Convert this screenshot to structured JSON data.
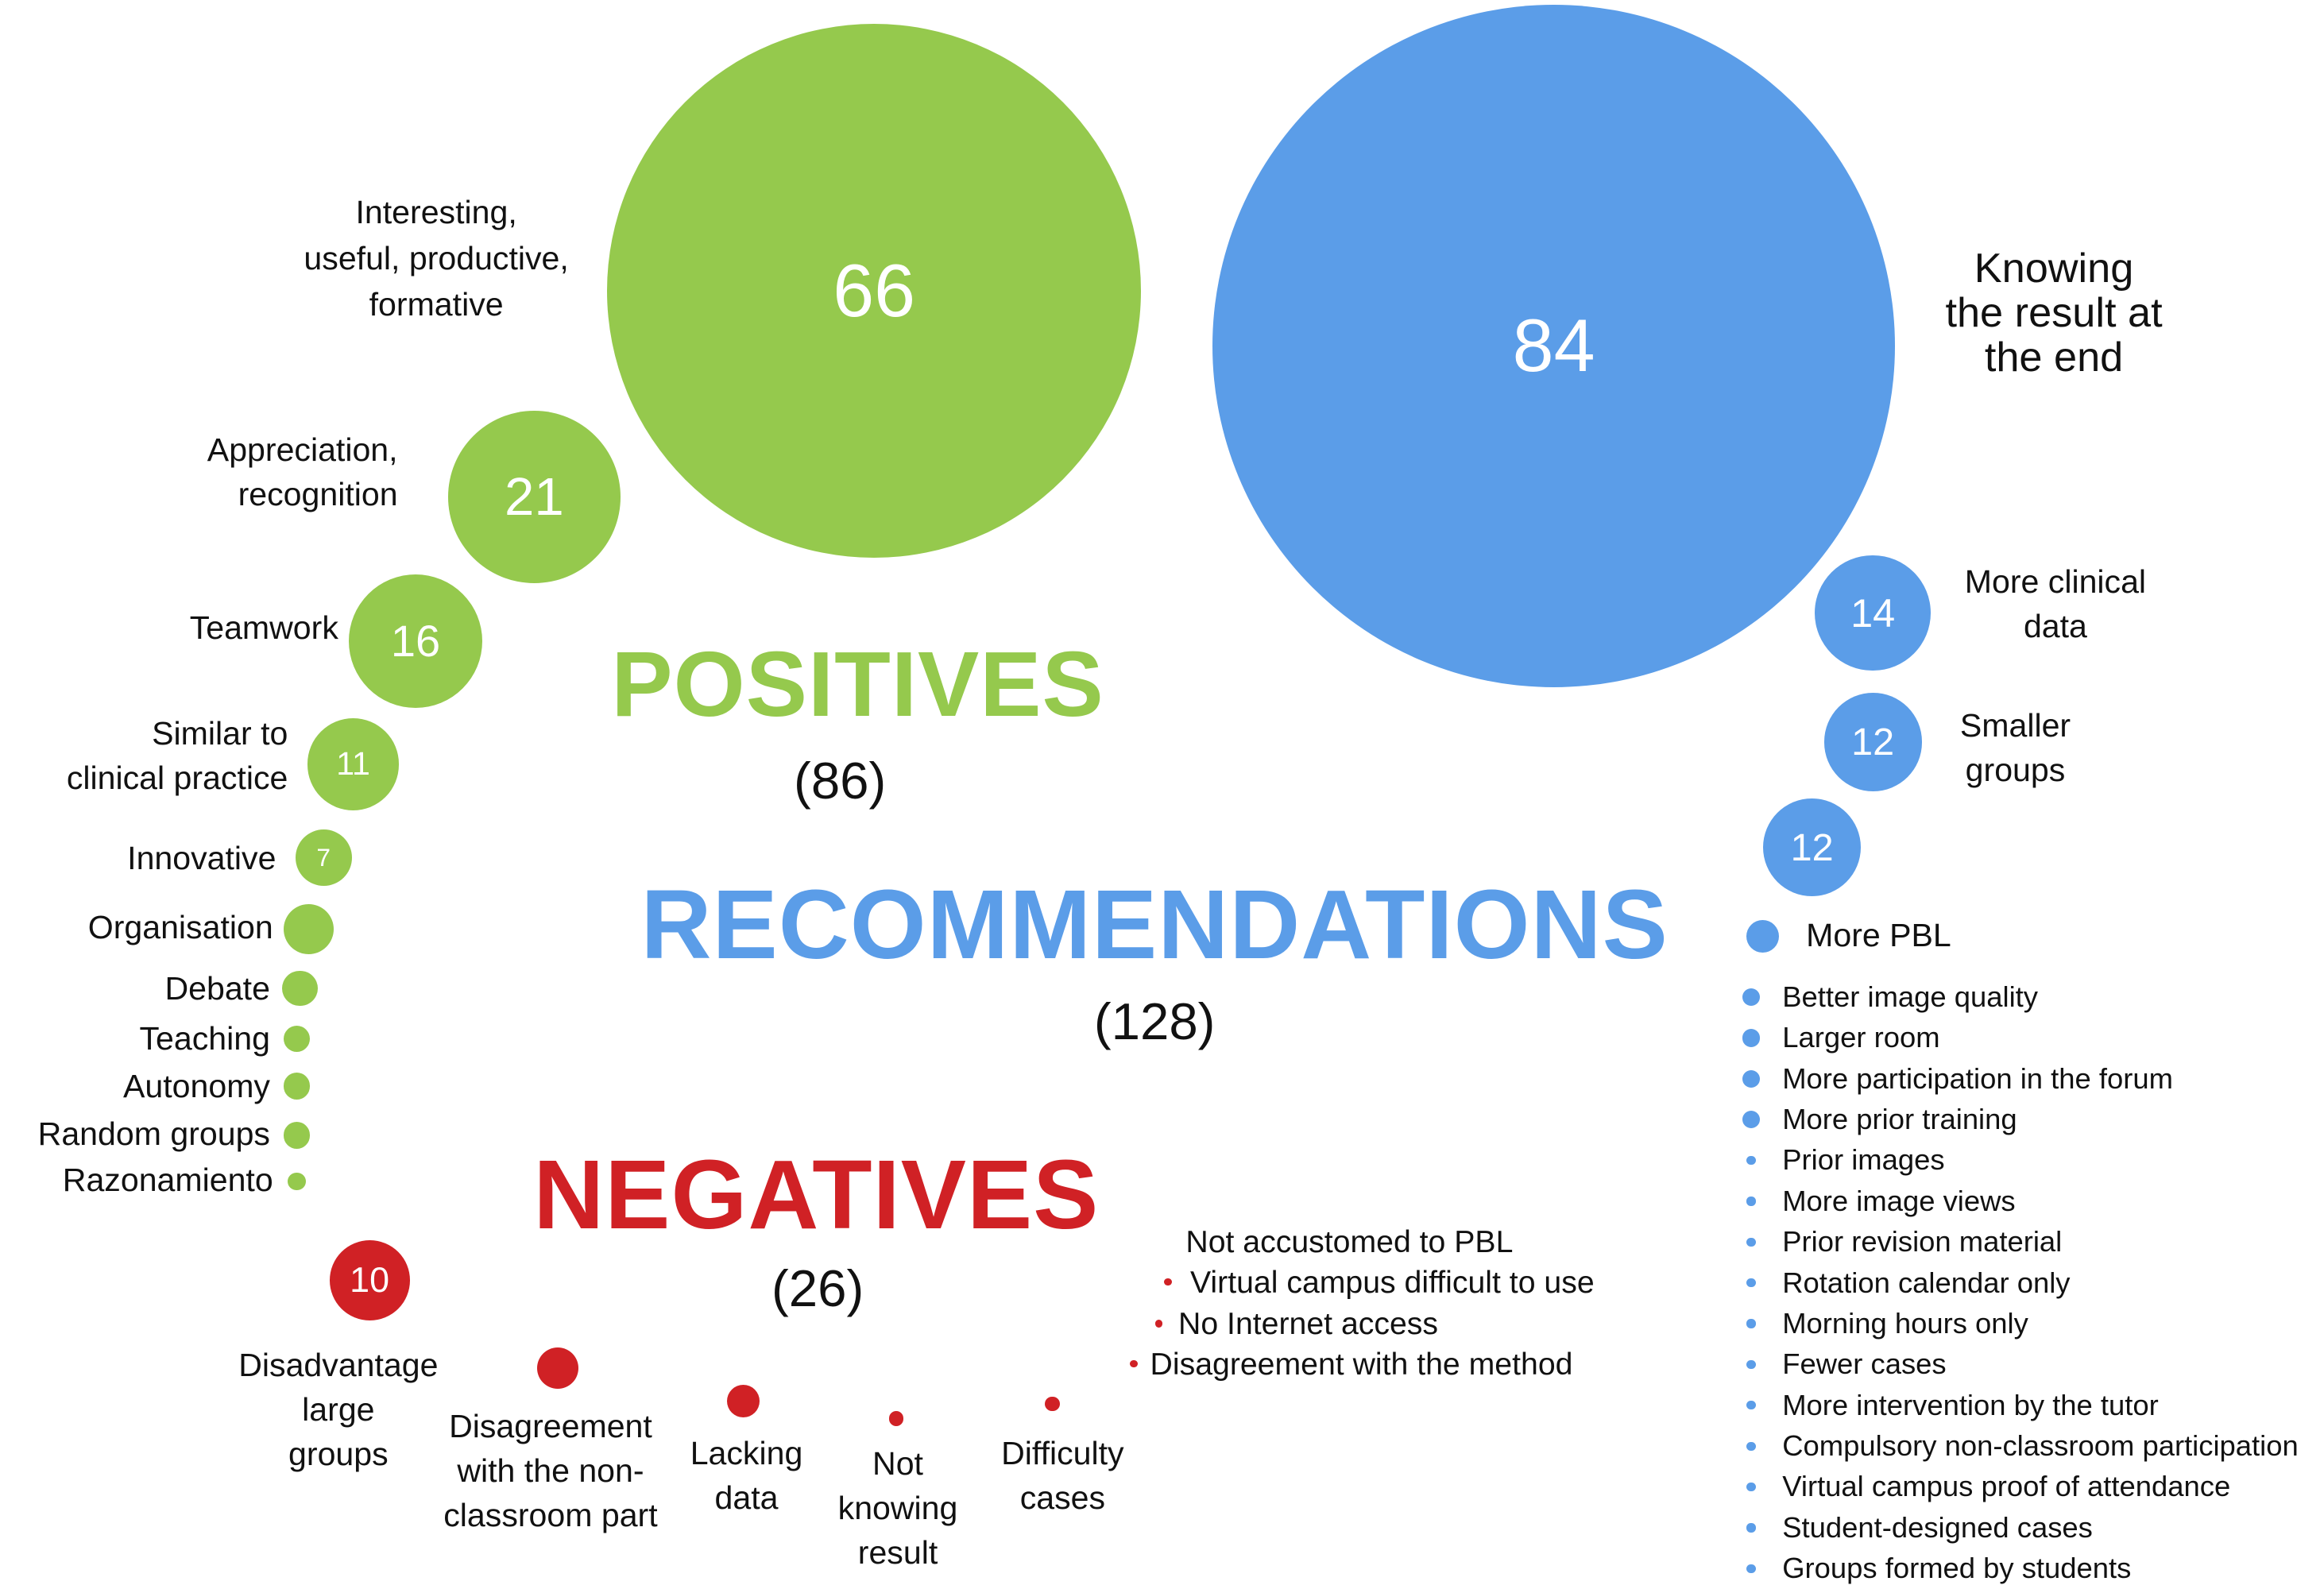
{
  "colors": {
    "positive": "#95c94d",
    "recommendation": "#5b9de8",
    "negative": "#d02125"
  },
  "headings": {
    "positives": {
      "title": "POSITIVES",
      "count": "(86)"
    },
    "recommendations": {
      "title": "RECOMMENDATIONS",
      "count": "(128)"
    },
    "negatives": {
      "title": "NEGATIVES",
      "count": "(26)"
    }
  },
  "positives": [
    {
      "label": "Interesting,\nuseful, productive,\nformative",
      "value": "66"
    },
    {
      "label": "Appreciation,\nrecognition",
      "value": "21"
    },
    {
      "label": "Teamwork",
      "value": "16"
    },
    {
      "label": "Similar to\nclinical practice",
      "value": "11"
    },
    {
      "label": "Innovative",
      "value": "7"
    },
    {
      "label": "Organisation",
      "value": ""
    },
    {
      "label": "Debate",
      "value": ""
    },
    {
      "label": "Teaching",
      "value": ""
    },
    {
      "label": "Autonomy",
      "value": ""
    },
    {
      "label": "Random groups",
      "value": ""
    },
    {
      "label": "Razonamiento",
      "value": ""
    }
  ],
  "recommendations": [
    {
      "label": "Knowing\nthe result at\nthe end",
      "value": "84"
    },
    {
      "label": "More clinical\ndata",
      "value": "14"
    },
    {
      "label": "Smaller\ngroups",
      "value": "12"
    },
    {
      "label": "",
      "value": "12"
    },
    {
      "label": "More PBL",
      "value": ""
    }
  ],
  "recommendation_list": [
    "Better image quality",
    "Larger room",
    "More participation in the forum",
    "More prior training",
    "Prior images",
    "More image views",
    "Prior revision material",
    "Rotation calendar only",
    "Morning hours only",
    "Fewer cases",
    "More intervention by the tutor",
    "Compulsory non-classroom participation",
    "Virtual campus proof of attendance",
    "Student-designed cases",
    "Groups formed by students"
  ],
  "negatives": [
    {
      "label": "Disadvantage\nlarge\ngroups",
      "value": "10"
    },
    {
      "label": "Disagreement\nwith the non-\nclassroom part",
      "value": ""
    },
    {
      "label": "Lacking\ndata",
      "value": ""
    },
    {
      "label": "Not\nknowing\nresult",
      "value": ""
    },
    {
      "label": "Difficulty\ncases",
      "value": ""
    }
  ],
  "negative_list": [
    "Not accustomed to PBL",
    "Virtual campus difficult to use",
    "No Internet access",
    "Disagreement with the method"
  ]
}
